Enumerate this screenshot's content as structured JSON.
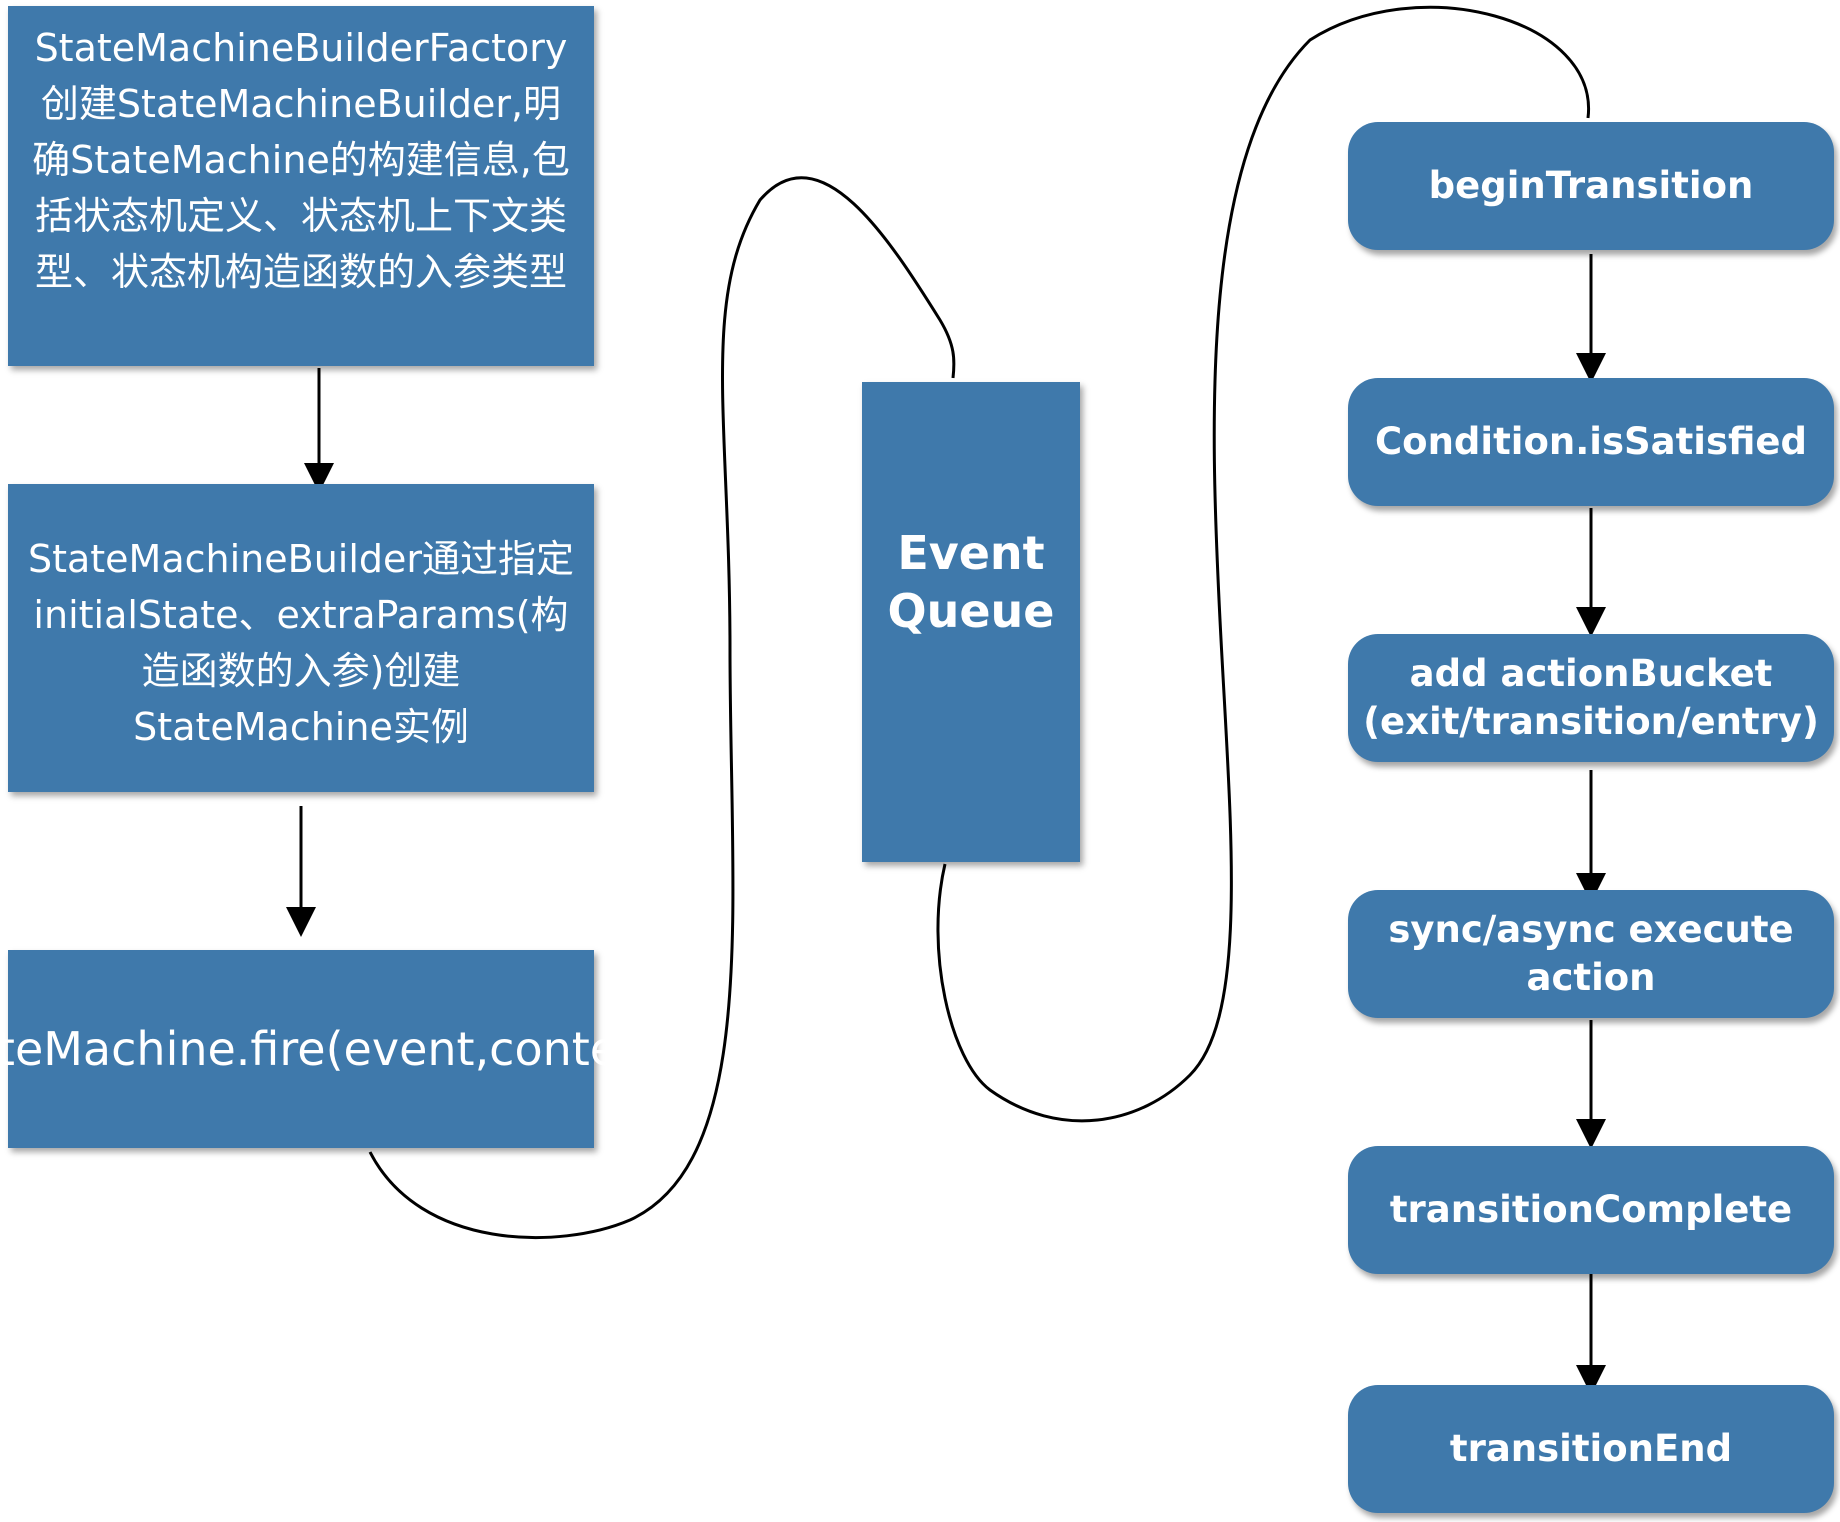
{
  "diagram": {
    "builder_factory_text": "StateMachineBuilderFactory创建StateMachineBuilder,明确StateMachine的构建信息,包括状态机定义、状态机上下文类型、状态机构造函数的入参类型",
    "builder_create_text": "StateMachineBuilder通过指定initialState、extraParams(构造函数的入参)创建StateMachine实例",
    "fire_text": "StateMachine.fire(event,context)",
    "event_queue_text": "Event Queue",
    "transition_steps": [
      "beginTransition",
      "Condition.isSatisfied",
      "add actionBucket (exit/transition/entry)",
      "sync/async execute action",
      "transitionComplete",
      "transitionEnd"
    ],
    "colors": {
      "node_fill": "#3f79ab",
      "node_text": "#ffffff",
      "connector": "#000000",
      "background": "#ffffff"
    }
  }
}
